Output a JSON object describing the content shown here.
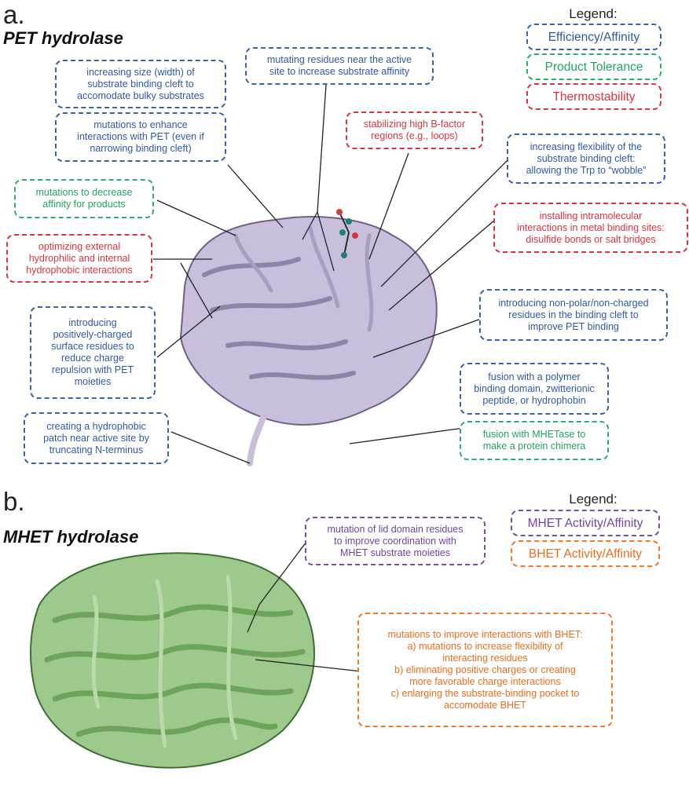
{
  "panel_a": {
    "letter": "a.",
    "title": "PET hydrolase",
    "legend": {
      "title": "Legend:",
      "items": [
        "Efficiency/Affinity",
        "Product Tolerance",
        "Thermostability"
      ]
    },
    "notes": {
      "binding_cleft_size": "increasing size (width) of\nsubstrate binding cleft to\naccomodate bulky substrates",
      "enhance_pet": "mutations to enhance\ninteractions with PET (even if\nnarrowing binding cleft)",
      "decrease_products": "mutations to decrease\naffinity for products",
      "hydrophilic": "optimizing external\nhydrophilic and internal\nhydrophobic interactions",
      "positive_charge": "introducing\npositively-charged\nsurface residues to\nreduce charge\nrepulsion with PET\nmoieties",
      "hydrophobic_patch": "creating a hydrophobic\npatch near active site by\ntruncating N-terminus",
      "active_site": "mutating residues near the active\nsite to increase substrate affinity",
      "bfactor": "stabilizing high B-factor\nregions (e.g., loops)",
      "flexibility": "increasing flexibility of the\nsubstrate binding cleft:\nallowing the Trp to “wobble”",
      "metal_sites": "installing intramolecular\ninteractions in metal binding sites:\ndisulfide bonds or salt bridges",
      "nonpolar": "introducing non-polar/non-charged\nresidues in the binding cleft to\nimprove PET binding",
      "fusion_polymer": "fusion with a polymer\nbinding domain, zwitterionic\npeptide, or hydrophobin",
      "fusion_mhetase": "fusion with MHETase to\nmake a protein chimera"
    }
  },
  "panel_b": {
    "letter": "b.",
    "title": "MHET hydrolase",
    "legend": {
      "title": "Legend:",
      "items": [
        "MHET Activity/Affinity",
        "BHET Activity/Affinity"
      ]
    },
    "notes": {
      "lid_domain": "mutation of lid domain residues\nto improve coordination with\nMHET substrate moieties",
      "bhet_heading": "mutations to improve interactions with BHET:",
      "bhet_a": "a)     mutations to increase flexibility of\ninteracting residues",
      "bhet_b": "b) eliminating positive charges or creating\nmore favorable charge interactions",
      "bhet_c": "c) enlarging the substrate-binding pocket to\naccomodate BHET"
    }
  },
  "colors": {
    "efficiency_affinity": "#3b63a8",
    "product_tolerance": "#2fae6b",
    "thermostability": "#d9363e",
    "mhet_activity": "#7a4ea3",
    "bhet_activity": "#ef7a2e",
    "pet_protein": "#c9bfdc",
    "mhet_protein": "#9dc98c"
  }
}
